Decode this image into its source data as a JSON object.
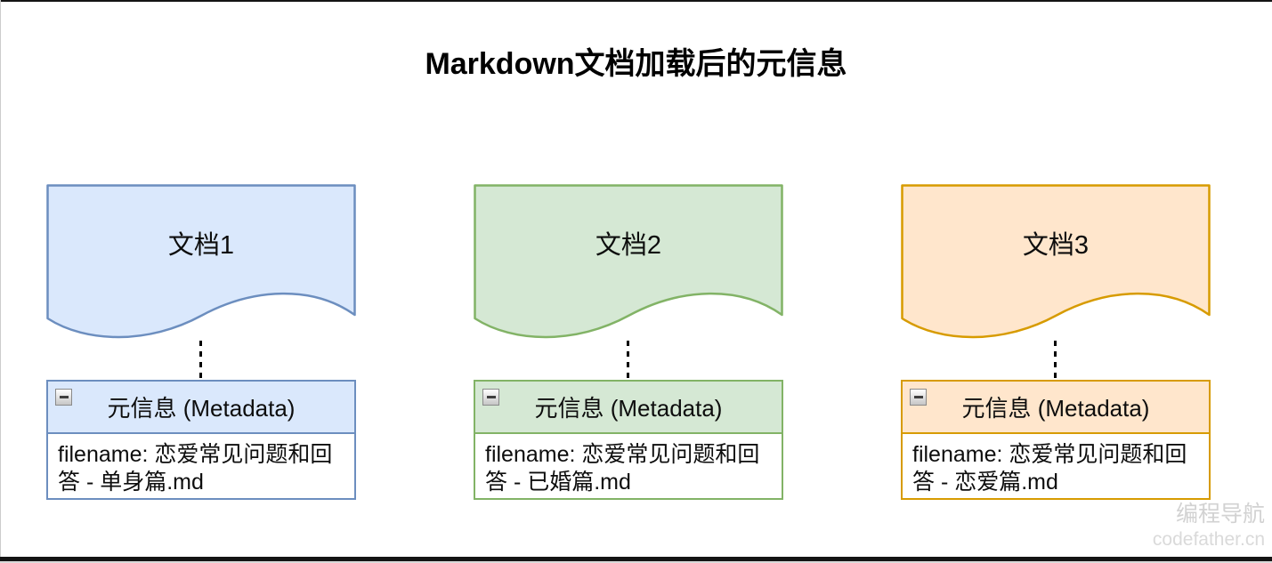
{
  "page": {
    "title": "Markdown文档加载后的元信息"
  },
  "columns": [
    {
      "doc_label": "文档1",
      "meta_title": "元信息 (Metadata)",
      "meta_body": "filename: 恋爱常见问题和回答 - 单身篇.md",
      "fill_color": "#dae8fc",
      "stroke_color": "#6c8ebf",
      "collapse_icon": "minus-collapse-icon"
    },
    {
      "doc_label": "文档2",
      "meta_title": "元信息 (Metadata)",
      "meta_body": "filename: 恋爱常见问题和回答 - 已婚篇.md",
      "fill_color": "#d5e8d4",
      "stroke_color": "#82b366",
      "collapse_icon": "minus-collapse-icon"
    },
    {
      "doc_label": "文档3",
      "meta_title": "元信息 (Metadata)",
      "meta_body": "filename: 恋爱常见问题和回答 - 恋爱篇.md",
      "fill_color": "#ffe6cc",
      "stroke_color": "#d79b00",
      "collapse_icon": "minus-collapse-icon"
    }
  ],
  "watermark": {
    "line1": "编程导航",
    "line2": "codefather.cn"
  },
  "connector_color": "#000000",
  "frame_color": "#141414"
}
